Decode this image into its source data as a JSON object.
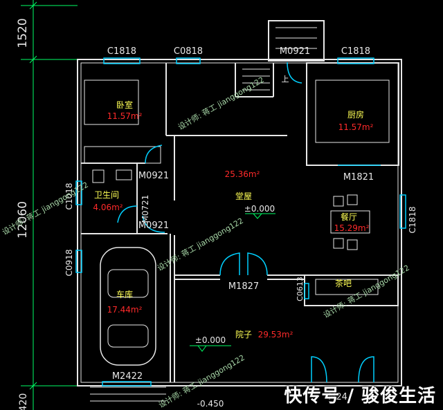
{
  "dimensions": {
    "top_section": "1520",
    "total_depth": "12060",
    "bottom_section": "420"
  },
  "windows": {
    "top_left": "C1818",
    "top_middle": "C0818",
    "top_right": "C1818",
    "left_bath": "C1018",
    "left_garage": "C0918",
    "right_dining": "C1818",
    "tea_bar": "C0613"
  },
  "doors": {
    "stair": "M0921",
    "bedroom": "M0921",
    "bath_upper": "M0721",
    "bath_lower": "M0921",
    "kitchen": "M1821",
    "hall_courtyard": "M1827",
    "garage": "M2422",
    "entrance": "M24"
  },
  "rooms": {
    "bedroom": {
      "name": "卧室",
      "area": "11.57m²"
    },
    "kitchen": {
      "name": "厨房",
      "area": "11.57m²"
    },
    "bathroom": {
      "name": "卫生间",
      "area": "4.06m²"
    },
    "hall": {
      "name": "堂屋",
      "area": "25.36m²"
    },
    "dining": {
      "name": "餐厅",
      "area": "15.29m²"
    },
    "garage": {
      "name": "车库",
      "area": "17.44m²"
    },
    "tea_bar": {
      "name": "茶吧"
    },
    "courtyard": {
      "name": "院子",
      "area": "29.53m²"
    }
  },
  "levels": {
    "hall": "±0.000",
    "courtyard": "±0.000",
    "outside": "-0.450"
  },
  "stair_label": "上",
  "designer_watermark": "设计师: 蒋工 jianggong122",
  "corner_watermark": "快传号 / 骏俊生活",
  "colors": {
    "background": "#000000",
    "walls": "#e8e8e8",
    "labels": "#ffff55",
    "areas": "#ff2a2a",
    "openings": "#00d0ff",
    "dimension_lines": "#00ff66",
    "watermark": "#a8d8a8"
  }
}
